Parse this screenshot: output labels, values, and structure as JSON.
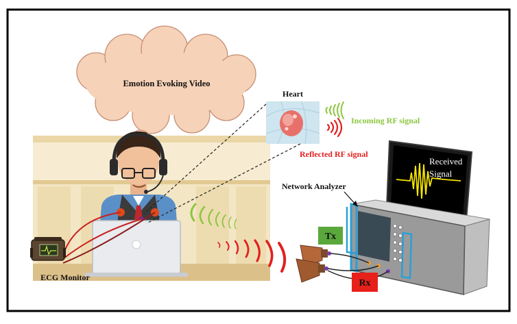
{
  "labels": {
    "thought": "Emotion Evoking Video",
    "heart": "Heart",
    "incoming": "Incoming RF signal",
    "reflected": "Reflected RF signal",
    "received_line1": "Received",
    "received_line2": "Signal",
    "network_analyzer": "Network Analyzer",
    "tx": "Tx",
    "rx": "Rx",
    "ecg": "ECG Monitor"
  },
  "colors": {
    "incoming": "#8cc63f",
    "reflected": "#e02020",
    "tx_box": "#5aa83c",
    "rx_box": "#e8201a",
    "cloud": "#f6d2b8",
    "room_wall": "#f3e6c4",
    "screen": "#000000",
    "signal": "#f5e400"
  }
}
